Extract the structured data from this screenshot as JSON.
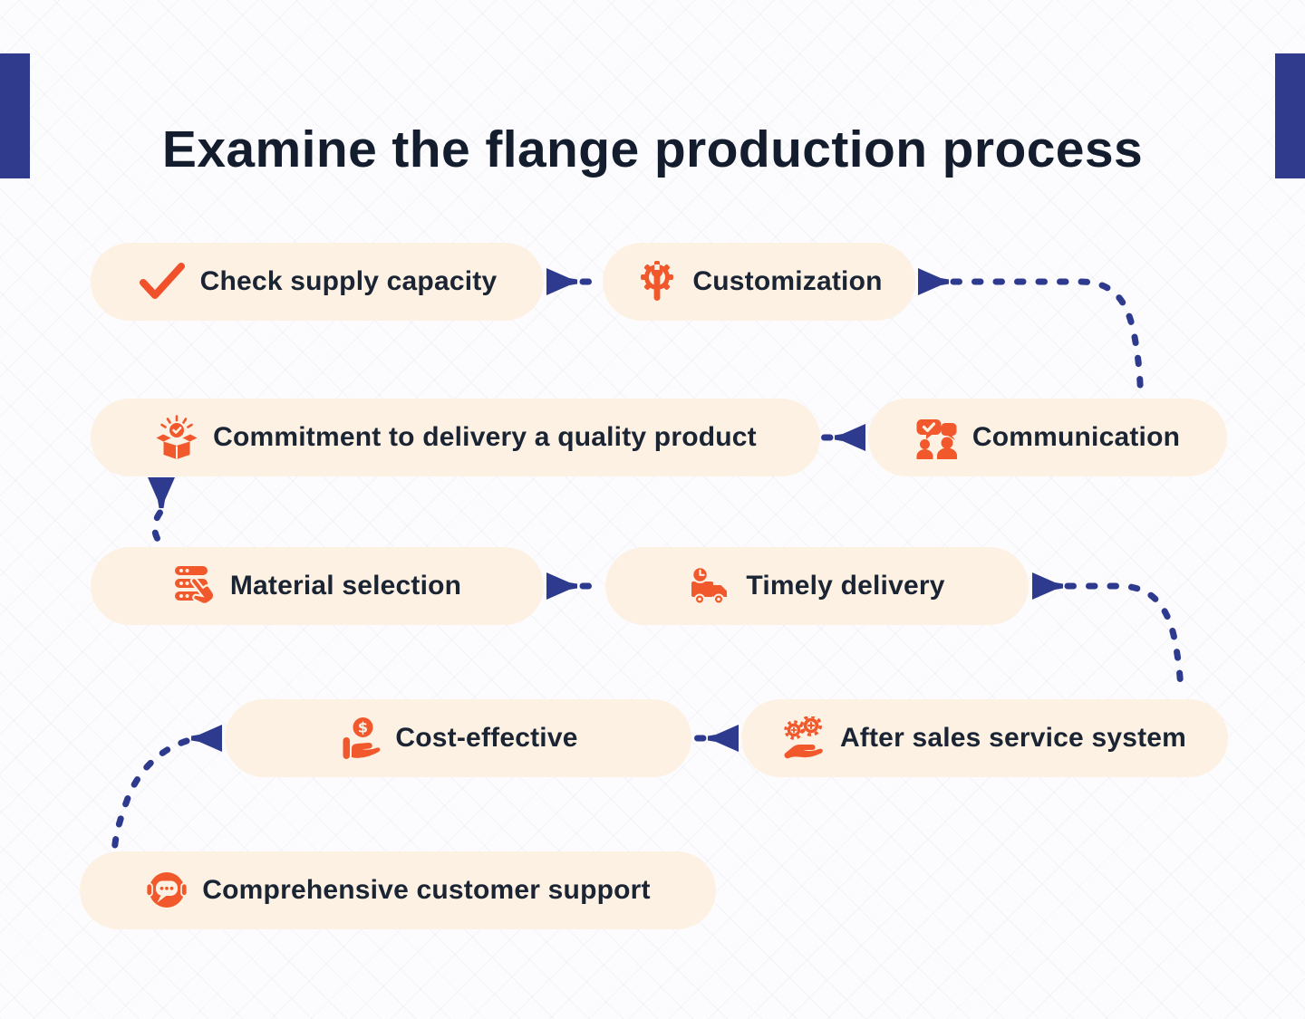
{
  "page": {
    "title": "Examine the flange production process"
  },
  "colors": {
    "background": "#FCFCFE",
    "pill_background": "#FDF1E3",
    "icon_orange": "#F1582C",
    "connector_navy": "#2E3A8E",
    "corner_bar_navy": "#313B8D",
    "title_color": "#131D2E",
    "label_color": "#1A2433"
  },
  "steps": [
    {
      "label": "Check supply capacity",
      "icon": "check-icon"
    },
    {
      "label": "Customization",
      "icon": "gear-wrench-icon"
    },
    {
      "label": "Communication",
      "icon": "people-chat-icon"
    },
    {
      "label": "Commitment to delivery a quality product",
      "icon": "quality-box-icon"
    },
    {
      "label": "Material selection",
      "icon": "material-list-icon"
    },
    {
      "label": "Timely delivery",
      "icon": "delivery-truck-icon"
    },
    {
      "label": "After sales service system",
      "icon": "service-gears-icon"
    },
    {
      "label": "Cost-effective",
      "icon": "money-hand-icon"
    },
    {
      "label": "Comprehensive customer support",
      "icon": "support-headset-icon"
    }
  ],
  "connections": [
    {
      "from": "Check supply capacity",
      "to": "Customization"
    },
    {
      "from": "Customization",
      "to": "Communication"
    },
    {
      "from": "Communication",
      "to": "Commitment to delivery a quality product"
    },
    {
      "from": "Commitment to delivery a quality product",
      "to": "Material selection"
    },
    {
      "from": "Material selection",
      "to": "Timely delivery"
    },
    {
      "from": "Timely delivery",
      "to": "After sales service system"
    },
    {
      "from": "After sales service system",
      "to": "Cost-effective"
    },
    {
      "from": "Cost-effective",
      "to": "Comprehensive customer support"
    }
  ]
}
